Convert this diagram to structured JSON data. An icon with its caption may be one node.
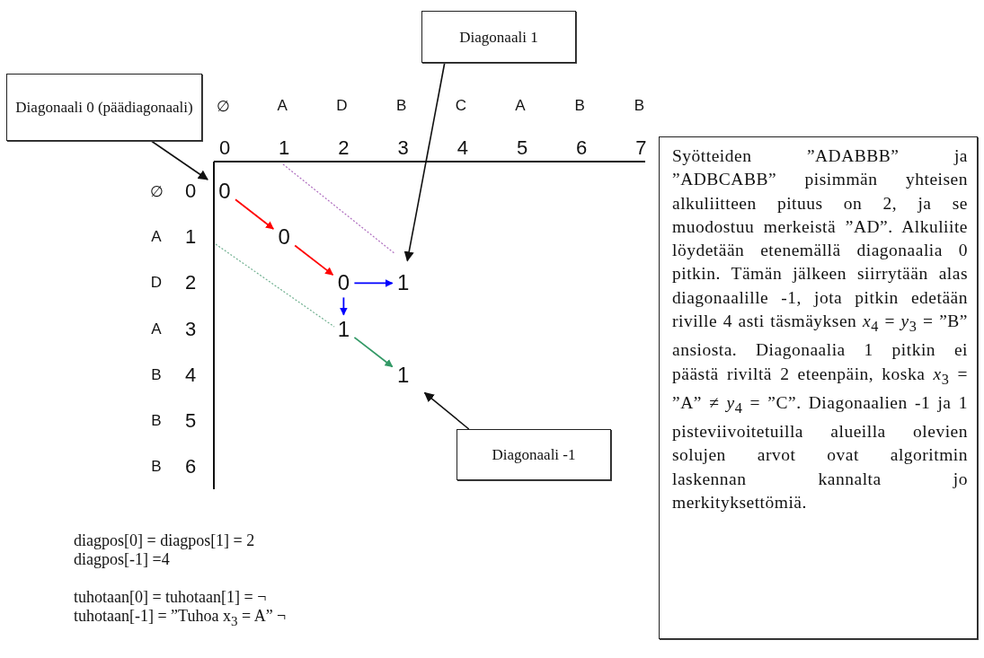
{
  "diagram": {
    "nodes": [
      {
        "text": [
          "Diagonaali 1"
        ]
      },
      {
        "text": [
          "Diagonaali 0 (päädiagonaali)"
        ]
      },
      {
        "text": [
          "Syötteiden ”ADABBB” ja ”ADBCABB” pisimmän yhteisen alkuliitteen pituus on 2, ja se muodostuu merkeistä ”AD”. Alkuliite löydetään etenemällä diagonaalia 0 pitkin. Tämän jälkeen siirrytään alas diagonaalille -1, jota pitkin edetään riville 4 asti täsmäyksen *x*$_{4}$ = *y*$_{3}$ = ”B” ansiosta. Diagonaalia 1 pitkin ei päästä riviltä 2 eteenpäin, koska *x*$_{3}$ = ”A” ≠ *y*$_{4}$ = ”C”. Diagonaalien -1 ja 1 pisteviivoitetuilla alueilla olevien solujen arvot ovat algoritmin laskennan kannalta jo merkityksettömiä."
        ]
      },
      {
        "text": [
          "0"
        ]
      },
      {
        "text": [
          "0"
        ]
      },
      {
        "text": [
          "0"
        ]
      },
      {
        "text": [
          "1"
        ]
      },
      {
        "text": [
          "1"
        ]
      },
      {
        "text": [
          "1"
        ]
      },
      {
        "text": [
          "Diagonaali -1"
        ]
      }
    ],
    "edges": [
      {
        "from": 3,
        "to": 4,
        "arrow": "to",
        "color": "#ff0000"
      },
      {
        "from": 4,
        "to": 5,
        "arrow": "to",
        "color": "#ff0000"
      },
      {
        "from": 5,
        "to": 6,
        "arrow": "to",
        "color": "#0000ff"
      },
      {
        "from": 5,
        "to": 7,
        "arrow": "to",
        "color": "#0000ff"
      },
      {
        "from": 7,
        "to": 8,
        "arrow": "to",
        "color": "#339966"
      },
      {
        "from": 0,
        "to": 6,
        "arrow": "to"
      },
      {
        "from": 1,
        "to": 3,
        "arrow": "to"
      },
      {
        "from": 9,
        "to": 8,
        "arrow": "to"
      }
    ],
    "labels": [
      "∅",
      "A",
      "D",
      "B",
      "C",
      "A",
      "B",
      "B",
      "0",
      "1",
      "2",
      "3",
      "4",
      "5",
      "6",
      "7",
      "∅",
      "0",
      "A",
      "1",
      "D",
      "2",
      "A",
      "3",
      "B",
      "4",
      "B",
      "5",
      "B",
      "6",
      "diagpos[0] = diagpos[1] = 2",
      "diagpos[-1] =4",
      "tuhotaan[0] = tuhotaan[1] = ¬",
      "tuhotaan[-1] = ”Tuhoa x$_{3}$ = A” ¬"
    ]
  }
}
